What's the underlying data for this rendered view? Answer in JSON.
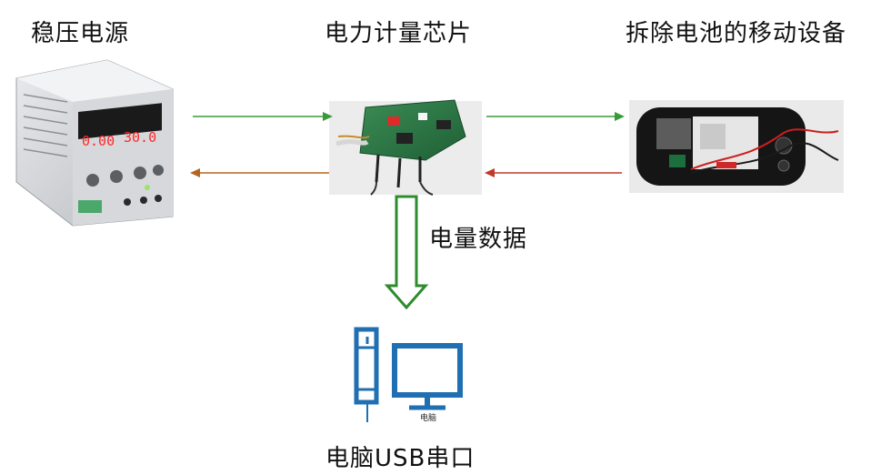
{
  "labels": {
    "power_supply": "稳压电源",
    "meter_chip": "电力计量芯片",
    "device": "拆除电池的移动设备",
    "energy_data": "电量数据",
    "pc_serial": "电脑USB串口",
    "monitor_caption": "电脑"
  },
  "psu_display": {
    "left": "0.00",
    "right": "30.0"
  },
  "colors": {
    "forward_arrow": "#3a9a3a",
    "return_arrow_left": "#b5651d",
    "return_arrow_right": "#c0392b",
    "data_arrow": "#2e8b2e",
    "pc_icon": "#1f6fb2"
  }
}
